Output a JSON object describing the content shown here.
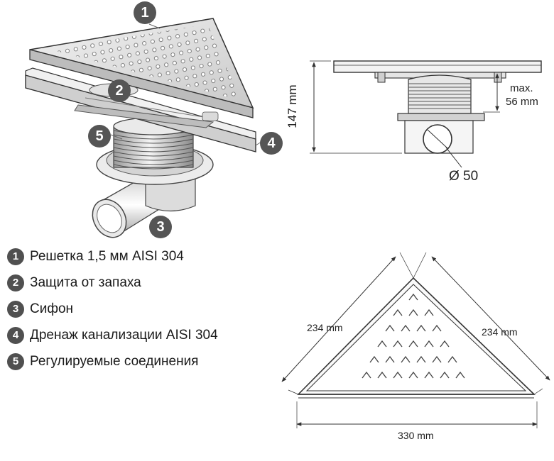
{
  "callouts": {
    "c1": "1",
    "c2": "2",
    "c3": "3",
    "c4": "4",
    "c5": "5"
  },
  "legend": [
    {
      "number": "1",
      "label": "Решетка 1,5 мм AISI 304"
    },
    {
      "number": "2",
      "label": "Защита от запаха"
    },
    {
      "number": "3",
      "label": "Сифон"
    },
    {
      "number": "4",
      "label": "Дренаж канализации AISI 304"
    },
    {
      "number": "5",
      "label": "Регулируемые соединения"
    }
  ],
  "side_view": {
    "height": "147 mm",
    "max_line1": "max.",
    "max_line2": "56 mm",
    "diameter": "Ø 50"
  },
  "top_view": {
    "left_side": "234 mm",
    "right_side": "234 mm",
    "base": "330 mm"
  },
  "colors": {
    "line": "#333333",
    "badge": "#555555",
    "metal_light": "#d9d9d9",
    "metal_dark": "#8a8a8a"
  }
}
